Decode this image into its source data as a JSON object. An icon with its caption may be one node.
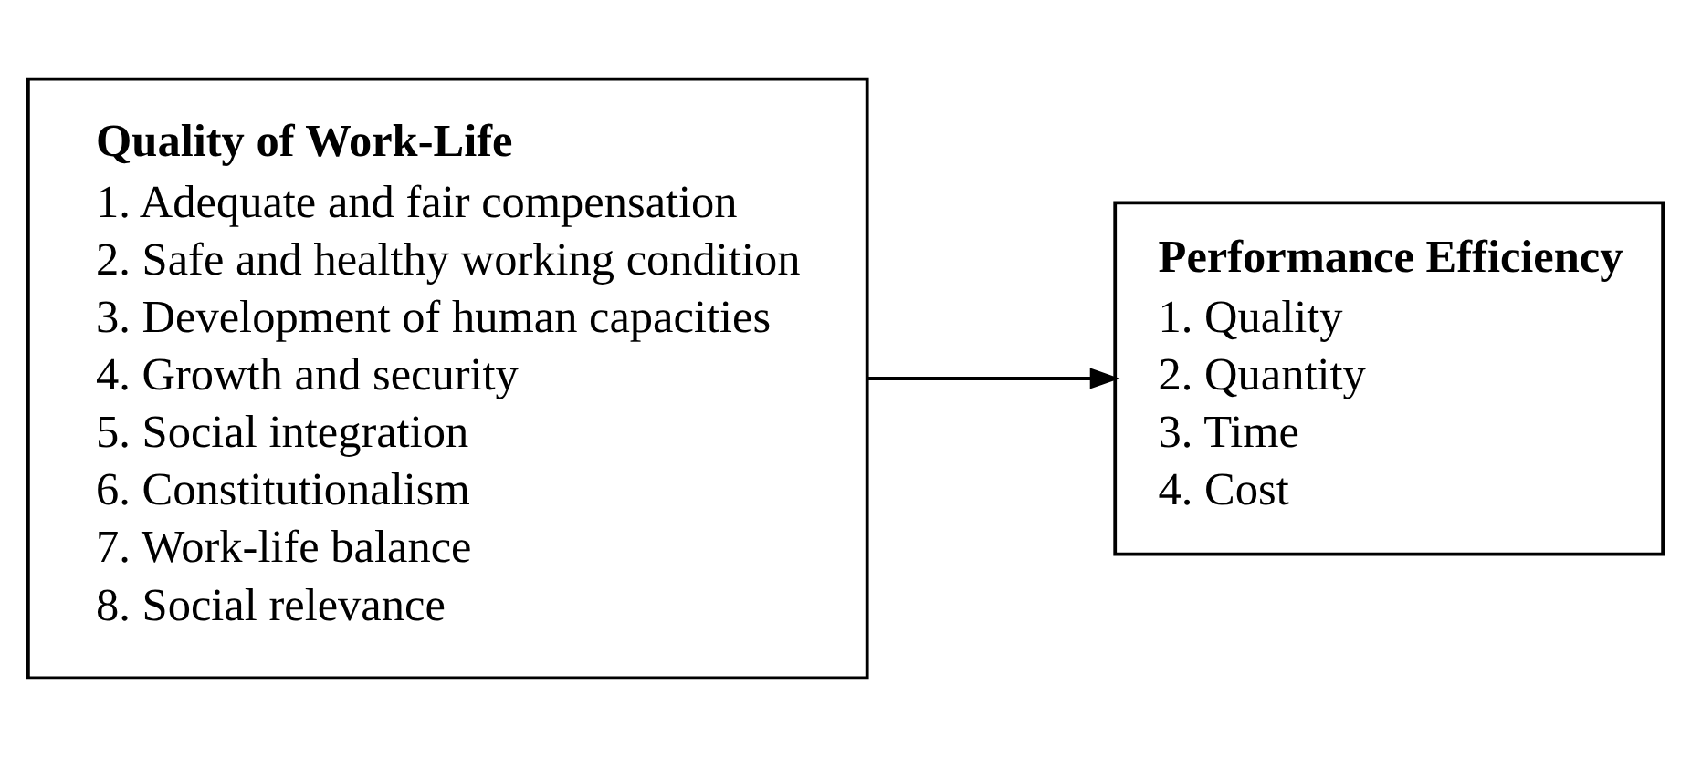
{
  "diagram": {
    "nodes": [
      {
        "text": [
          "Quality of Work-Life",
          "1. Adequate and fair compensation",
          "2. Safe and healthy working condition",
          "3. Development of human capacities",
          "4. Growth and security",
          "5. Social integration",
          "6. Constitutionalism",
          "7. Work-life balance",
          "8. Social relevance"
        ]
      },
      {
        "text": [
          "Performance Efficiency",
          "1. Quality",
          "2. Quantity",
          "3. Time",
          "4. Cost"
        ]
      }
    ],
    "edges": [
      {
        "from": 0,
        "to": 1,
        "arrow": "to"
      }
    ]
  }
}
